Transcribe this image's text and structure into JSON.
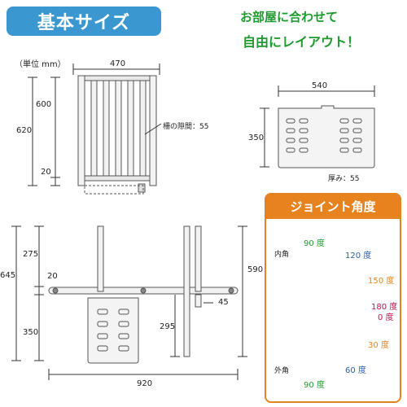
{
  "header": {
    "title": "基本サイズ",
    "tagline_1": "お部屋に合わせて",
    "tagline_2": "自由にレイアウト！"
  },
  "gate_diagram": {
    "unit": "（単位 mm）",
    "width": "470",
    "total_height": "620",
    "bar_height": "600",
    "bottom_gap": "20",
    "bar_spacing_label": "柵の隙間：55"
  },
  "panel_diagram": {
    "width": "540",
    "height": "350",
    "thickness_label": "厚み：55"
  },
  "bottom_diagram": {
    "total_height": "645",
    "top_part": "275",
    "middle": "20",
    "lower_part": "350",
    "right_height": "590",
    "inner_height": "295",
    "offset": "45",
    "total_width": "920"
  },
  "joint": {
    "title": "ジョイント角度",
    "inner_label": "内角",
    "outer_label": "外角",
    "angles": {
      "top90": "90 度",
      "a120": "120 度",
      "a150": "150 度",
      "a180": "180 度",
      "a0": "0 度",
      "a30": "30 度",
      "a60": "60 度",
      "bottom90": "90 度"
    },
    "colors": {
      "a90": "#1f9a2e",
      "a120": "#2d5fb0",
      "a150": "#e6831f",
      "a180": "#c0144a",
      "a30": "#e6831f",
      "a60": "#2d5fb0"
    }
  }
}
